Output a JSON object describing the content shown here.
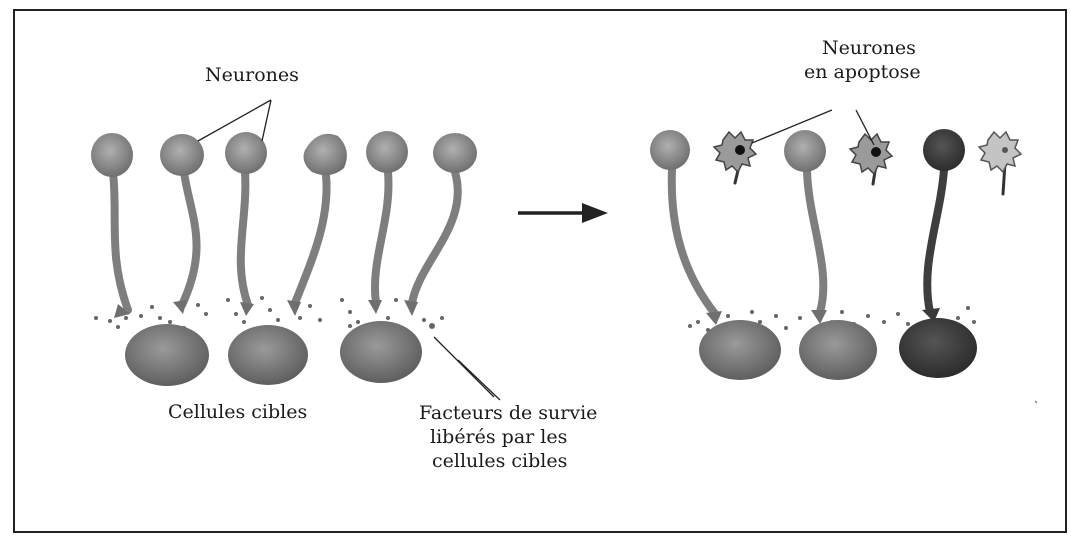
{
  "labels": {
    "neurones": "Neurones",
    "apoptosis_line1": "Neurones",
    "apoptosis_line2": "en apoptose",
    "target_cells": "Cellules cibles",
    "survival_line1": "Facteurs de survie",
    "survival_line2": "libérés par les",
    "survival_line3": "cellules cibles"
  },
  "colors": {
    "neuron": "#8c8c8c",
    "neuron_dark": "#4a4a4a",
    "target_cell": "#7a7a7a",
    "target_cell_dark": "#3c3c3c",
    "dots": "#6a6a6a",
    "frame": "#222222"
  },
  "panels": {
    "before": {
      "neurons_healthy": 6,
      "target_cells": 3
    },
    "after": {
      "neurons_healthy": 3,
      "neurons_apoptotic": 3,
      "target_cells": 3
    }
  }
}
